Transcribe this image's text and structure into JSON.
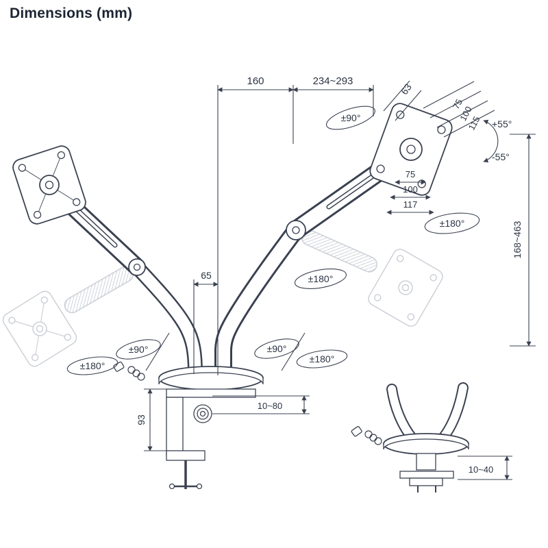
{
  "title": "Dimensions (mm)",
  "colors": {
    "line": "#3a4150",
    "ghost": "#c9cdd4",
    "text": "#2b3442"
  },
  "dims": {
    "arm_reach_left": "160",
    "arm_reach_right": "234~293",
    "plate_depth": "63",
    "swivel_top": "±90°",
    "vesa_vertical_75": "75",
    "vesa_vertical_100": "100",
    "vesa_vertical_115": "115",
    "tilt_up": "+55°",
    "tilt_down": "-55°",
    "vesa_horizontal_75": "75",
    "vesa_horizontal_100": "100",
    "vesa_horizontal_117": "117",
    "plate_rotation": "±180°",
    "height_range": "168~463",
    "pole_offset": "65",
    "arm_rotation_mid": "±180°",
    "swivel_base_left": "±90°",
    "rotation_base_left": "±180°",
    "swivel_base_right": "±90°",
    "rotation_base_right": "±180°",
    "clamp_height": "93",
    "clamp_range": "10~80",
    "grommet_range": "10~40"
  }
}
